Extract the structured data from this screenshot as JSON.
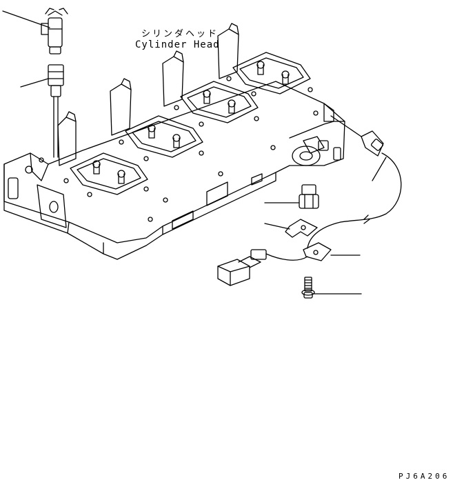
{
  "diagram": {
    "title_jp": "シリンダヘッド",
    "title_en": "Cylinder Head",
    "drawing_code": "PJ6A206"
  }
}
